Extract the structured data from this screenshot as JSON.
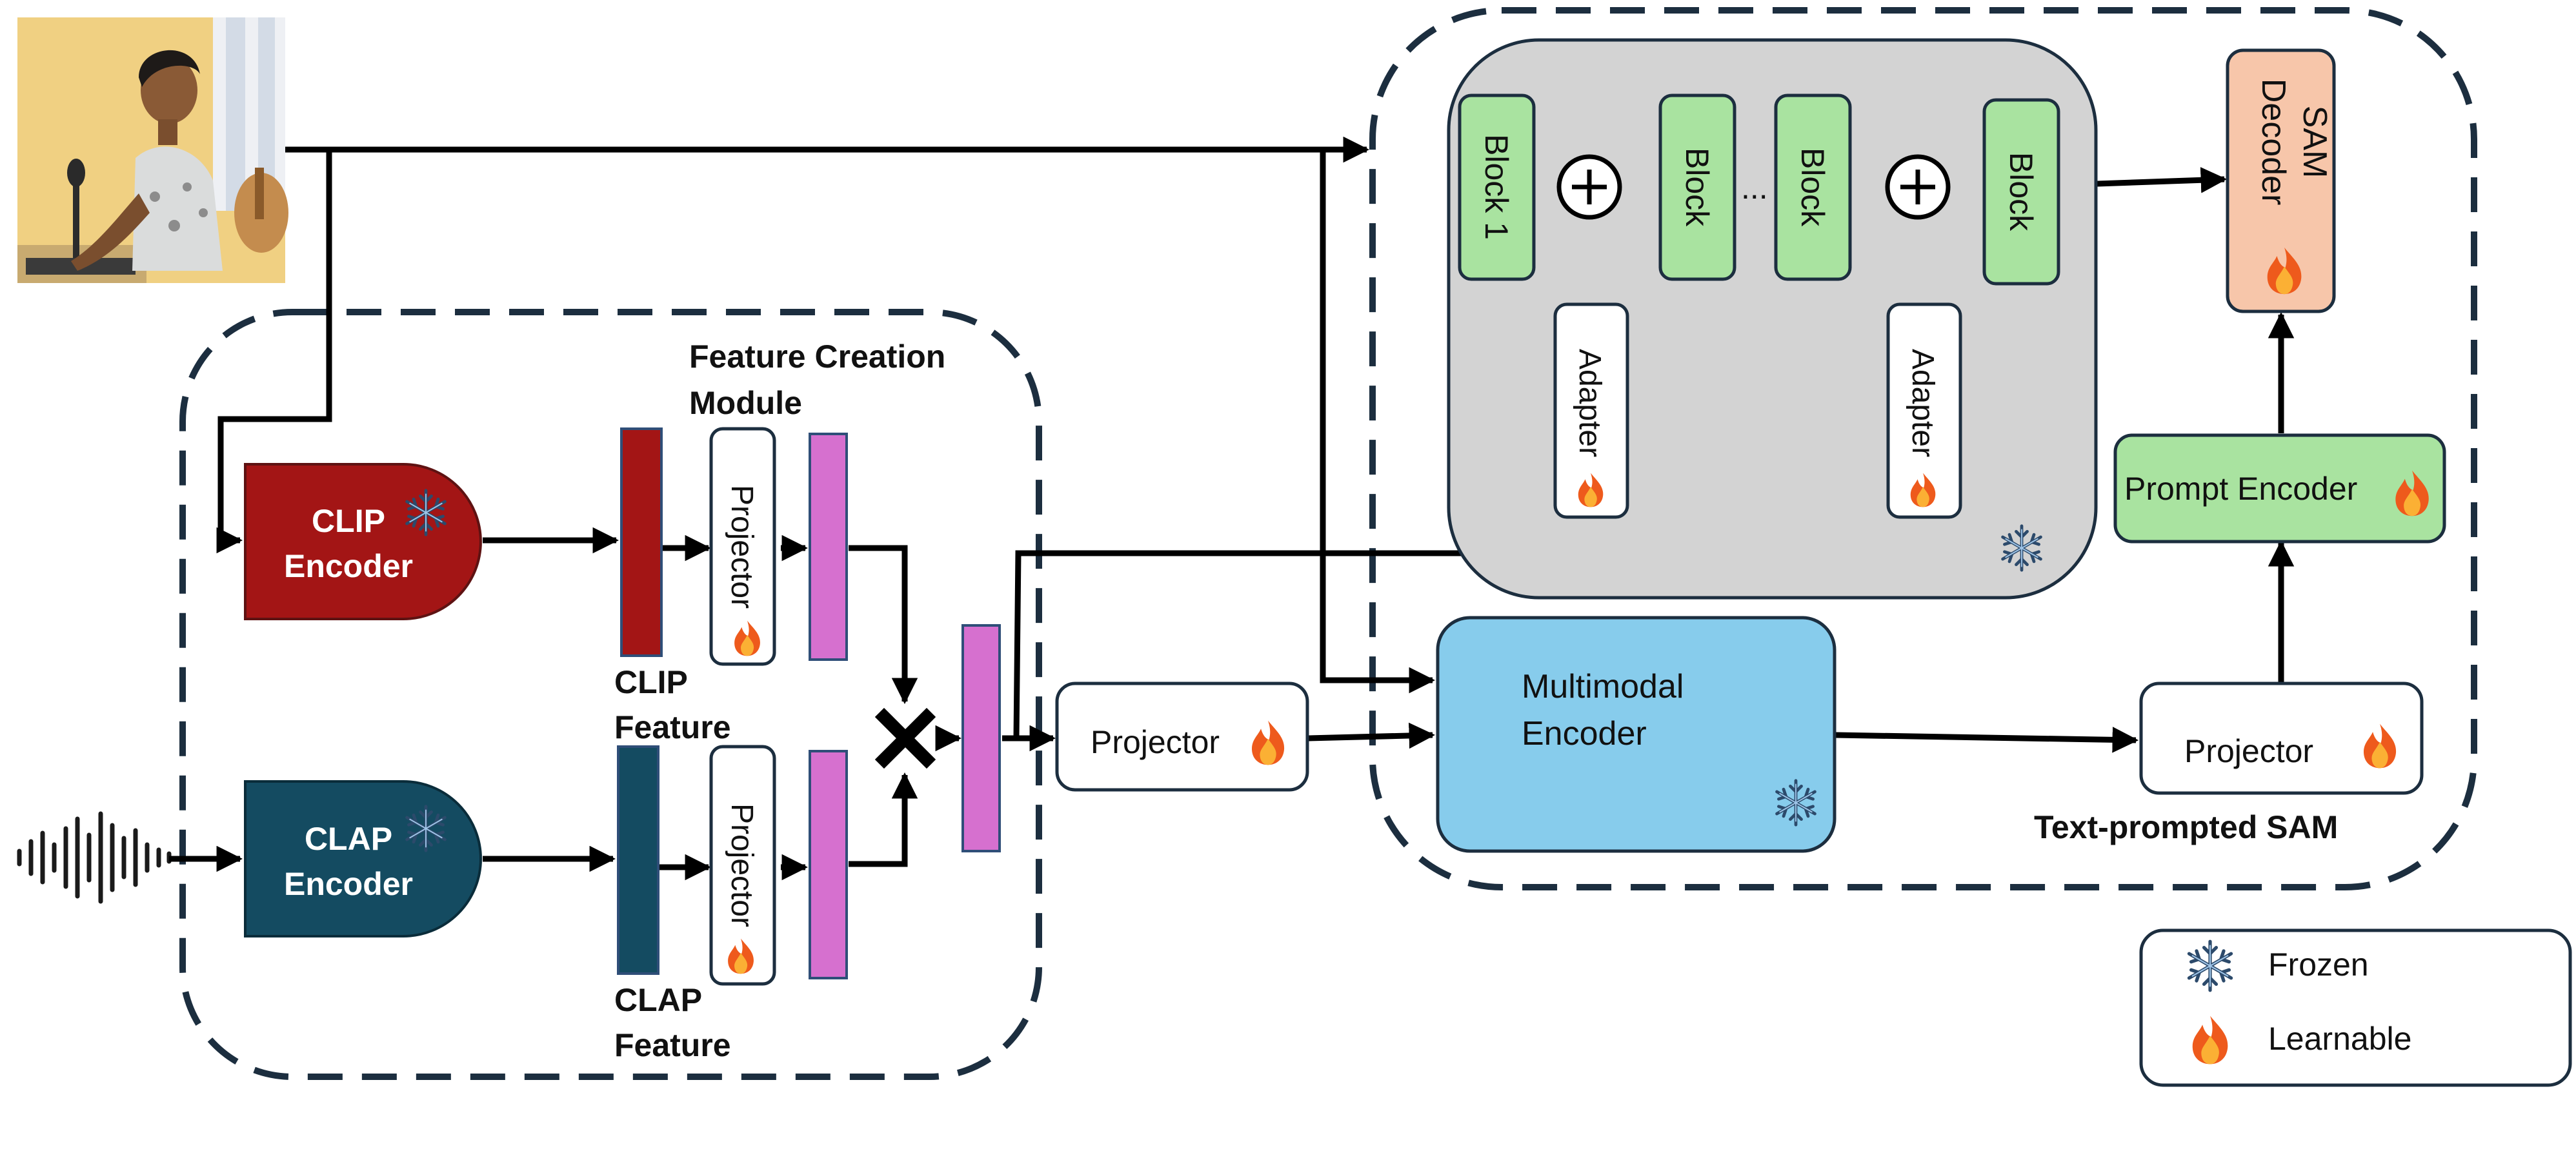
{
  "feature_module": {
    "title_line1": "Feature Creation",
    "title_line2": "Module"
  },
  "clip_encoder": {
    "line1": "CLIP",
    "line2": "Encoder"
  },
  "clap_encoder": {
    "line1": "CLAP",
    "line2": "Encoder"
  },
  "clip_feature": {
    "line1": "CLIP",
    "line2": "Feature"
  },
  "clap_feature": {
    "line1": "CLAP",
    "line2": "Feature"
  },
  "projector_label": "Projector",
  "multimodal_encoder": {
    "line1": "Multimodal",
    "line2": "Encoder"
  },
  "sam": {
    "title": "Text-prompted SAM",
    "block1": "Block 1",
    "block": "Block",
    "ellipsis": "...",
    "adapter": "Adapter",
    "decoder_line1": "SAM",
    "decoder_line2": "Decoder",
    "prompt_encoder": "Prompt Encoder"
  },
  "legend": {
    "frozen": "Frozen",
    "learnable": "Learnable"
  },
  "colors": {
    "clip_red": "#A31515",
    "clap_teal": "#144B61",
    "feature_pink": "#D670CF",
    "block_green": "#A9E3A0",
    "sam_gray": "#D3D3D3",
    "multimodal_blue": "#87CCEC",
    "decoder_salmon": "#F7C6AA",
    "frame_navy": "#1C2E3F"
  },
  "icons": {
    "frozen": "snowflake-icon",
    "learnable": "flame-icon"
  }
}
